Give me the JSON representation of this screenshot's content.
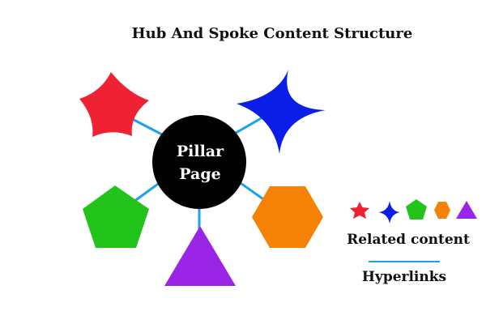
{
  "title": "Hub And Spoke Content Structure",
  "hub": {
    "line1": "Pillar",
    "line2": "Page",
    "color": "#000000",
    "text_color": "#ffffff"
  },
  "spokes": [
    {
      "shape": "star-red",
      "color": "#ee2233"
    },
    {
      "shape": "sparkle-star-blue",
      "color": "#0a1ee8"
    },
    {
      "shape": "pentagon-green",
      "color": "#22c31a"
    },
    {
      "shape": "triangle-purple",
      "color": "#9b25e6"
    },
    {
      "shape": "hexagon-orange",
      "color": "#f58205"
    }
  ],
  "link_color": "#1aa3e8",
  "legend": {
    "related_label": "Related content",
    "hyperlinks_label": "Hyperlinks"
  }
}
